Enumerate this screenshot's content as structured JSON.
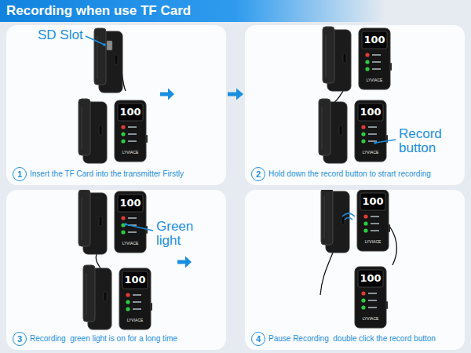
{
  "diagram": {
    "title": "Recording when use TF Card",
    "nodes": [
      {
        "text": [
          "Insert the TF Card into the transmitter Firstly"
        ]
      },
      {
        "text": [
          "1"
        ],
        "in": 0
      },
      {
        "text": [
          "Hold down the record button to strart recording"
        ]
      },
      {
        "text": [
          "2"
        ],
        "in": 2
      },
      {
        "text": [
          "Recording  green light is on for a long time"
        ]
      },
      {
        "text": [
          "3"
        ],
        "in": 4
      },
      {
        "text": [
          "Pause Recording  double click the record button"
        ]
      },
      {
        "text": [
          "4"
        ],
        "in": 6
      }
    ],
    "edges": [
      {
        "from": 0,
        "to": 2,
        "arrow": "to"
      }
    ],
    "labels": [
      "SD Slot",
      "100",
      "LYVIACE",
      "100",
      "LYVIACE",
      "100",
      "LYVIACE",
      "Record button",
      "Green light",
      "100",
      "LYVIACE",
      "100",
      "LYVIACE",
      "100",
      "LYVIACE",
      "100",
      "LYVIACE"
    ]
  }
}
